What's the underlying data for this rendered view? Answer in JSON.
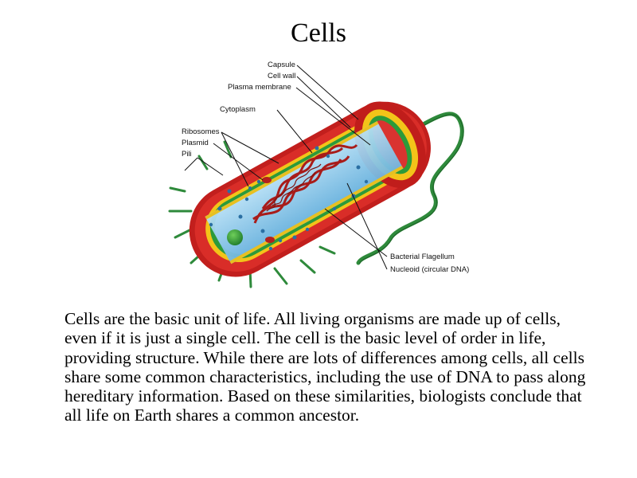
{
  "title": "Cells",
  "diagram": {
    "labels": {
      "capsule": "Capsule",
      "cell_wall": "Cell wall",
      "plasma_membrane": "Plasma membrane",
      "cytoplasm": "Cytoplasm",
      "ribosomes": "Ribosomes",
      "plasmid": "Plasmid",
      "pili": "Pili",
      "flagellum": "Bacterial Flagellum",
      "nucleoid": "Nucleoid (circular DNA)"
    },
    "colors": {
      "capsule": "#d42a26",
      "cell_wall": "#f2c21a",
      "plasma_membrane": "#2c9a3a",
      "cytoplasm": "#8fcbea",
      "nucleoid": "#b3201e",
      "flagellum": "#2e8a3b",
      "pili": "#5aa83c"
    }
  },
  "body": "Cells are the basic unit of life.  All living organisms are made up of cells, even if it is just a single cell.  The cell is the basic level of order in life, providing structure.  While there are lots of differences among cells, all cells share some common characteristics, including the use of DNA to pass along hereditary information.  Based on these similarities, biologists conclude that all life on Earth shares a common ancestor."
}
